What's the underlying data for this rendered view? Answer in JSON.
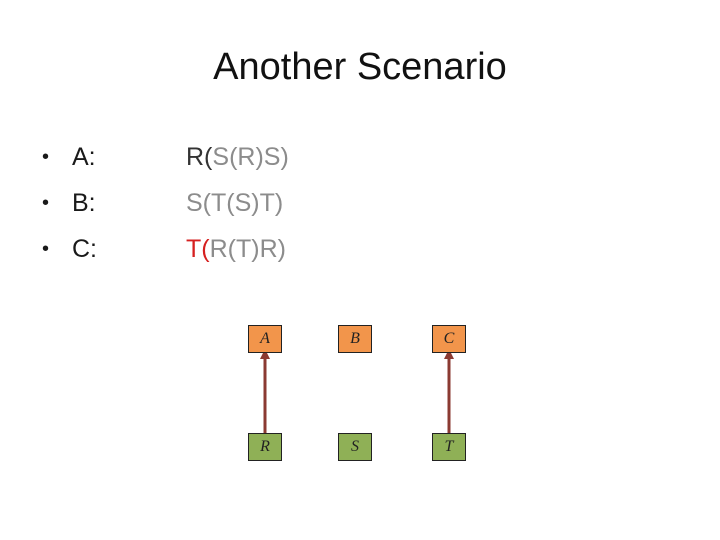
{
  "title": "Another Scenario",
  "rows": [
    {
      "label": "A:",
      "tokens": [
        {
          "text": "R(",
          "color": "#333333"
        },
        {
          "text": "S(",
          "color": "#8c8c8c"
        },
        {
          "text": "R)",
          "color": "#8c8c8c"
        },
        {
          "text": "S)",
          "color": "#8c8c8c"
        }
      ]
    },
    {
      "label": "B:",
      "tokens": [
        {
          "text": "S(",
          "color": "#8c8c8c"
        },
        {
          "text": "T(",
          "color": "#8c8c8c"
        },
        {
          "text": "S)",
          "color": "#8c8c8c"
        },
        {
          "text": "T)",
          "color": "#8c8c8c"
        }
      ]
    },
    {
      "label": "C:",
      "tokens": [
        {
          "text": "T(",
          "color": "#d62020"
        },
        {
          "text": "R(",
          "color": "#8c8c8c"
        },
        {
          "text": "T)",
          "color": "#8c8c8c"
        },
        {
          "text": "R)",
          "color": "#8c8c8c"
        }
      ]
    }
  ],
  "graph": {
    "processes": [
      "A",
      "B",
      "C"
    ],
    "resources": [
      "R",
      "S",
      "T"
    ],
    "edges": [
      {
        "from": "R",
        "to": "A"
      },
      {
        "from": "T",
        "to": "C"
      }
    ],
    "colors": {
      "process_fill": "#f2954b",
      "resource_fill": "#8fb056",
      "edge": "#8b3a32"
    }
  }
}
